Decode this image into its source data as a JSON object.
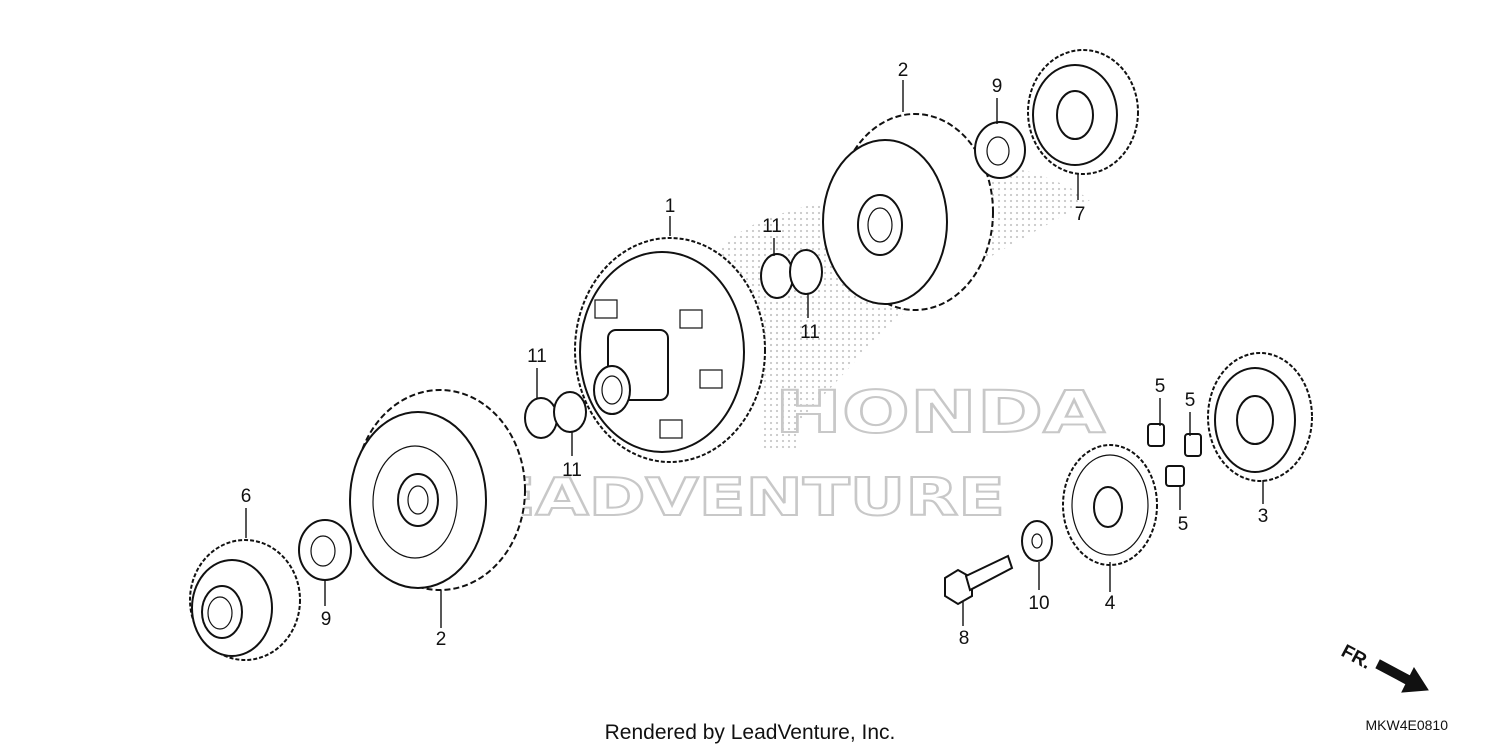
{
  "watermark": {
    "brand": "HONDA",
    "vendor": "LEADVENTURE"
  },
  "callouts": [
    {
      "id": "c1",
      "label": "1"
    },
    {
      "id": "c2a",
      "label": "2"
    },
    {
      "id": "c2b",
      "label": "2"
    },
    {
      "id": "c3",
      "label": "3"
    },
    {
      "id": "c4",
      "label": "4"
    },
    {
      "id": "c5a",
      "label": "5"
    },
    {
      "id": "c5b",
      "label": "5"
    },
    {
      "id": "c5c",
      "label": "5"
    },
    {
      "id": "c6",
      "label": "6"
    },
    {
      "id": "c7",
      "label": "7"
    },
    {
      "id": "c8",
      "label": "8"
    },
    {
      "id": "c9a",
      "label": "9"
    },
    {
      "id": "c9b",
      "label": "9"
    },
    {
      "id": "c10",
      "label": "10"
    },
    {
      "id": "c11a",
      "label": "11"
    },
    {
      "id": "c11b",
      "label": "11"
    },
    {
      "id": "c11c",
      "label": "11"
    },
    {
      "id": "c11d",
      "label": "11"
    }
  ],
  "front_indicator": "FR.",
  "footer": {
    "credit": "Rendered by LeadVenture, Inc.",
    "diagram_code": "MKW4E0810"
  }
}
